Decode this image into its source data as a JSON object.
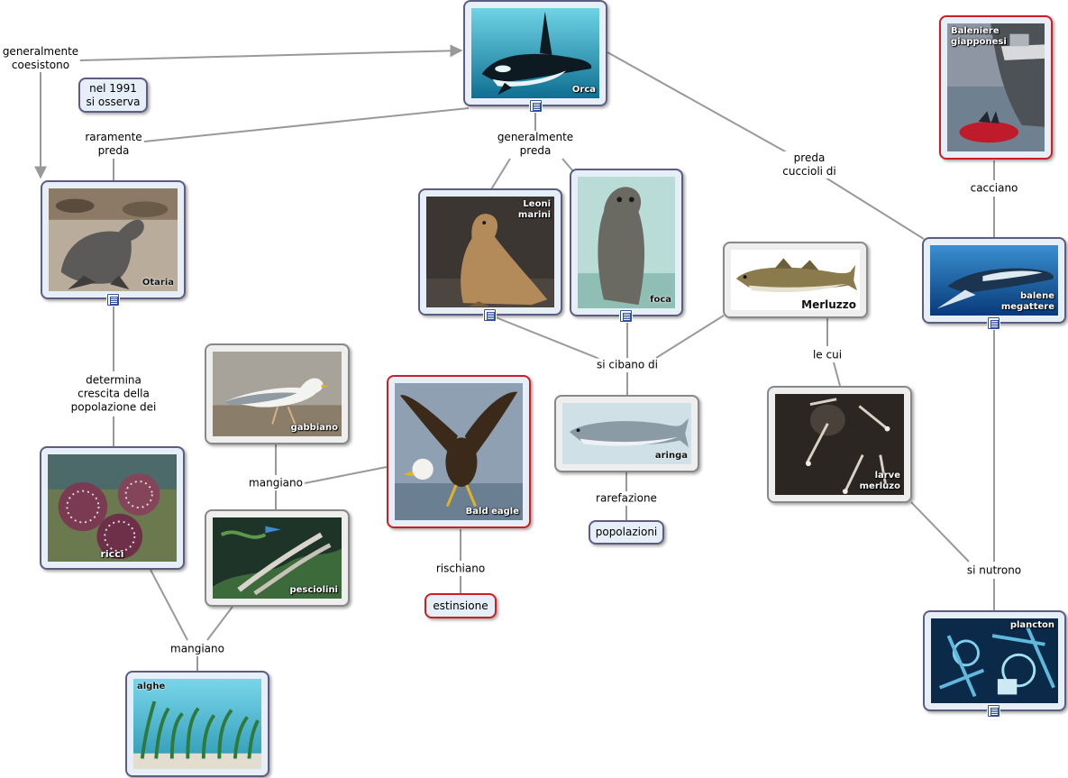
{
  "nodes": {
    "orca": {
      "label": "Orca"
    },
    "baleniere": {
      "label": "Baleniere\ngiapponesi"
    },
    "otaria": {
      "label": "Otaria"
    },
    "leoni": {
      "label": "Leoni\nmarini"
    },
    "foca": {
      "label": "foca"
    },
    "merluzzo": {
      "label": "Merluzzo"
    },
    "balene": {
      "label": "balene\nmegattere"
    },
    "gabbiano": {
      "label": "gabbiano"
    },
    "bald_eagle": {
      "label": "Bald eagle"
    },
    "aringa": {
      "label": "aringa"
    },
    "larve": {
      "label": "larve\nmerluzo"
    },
    "ricci": {
      "label": "ricci"
    },
    "pesciolini": {
      "label": "pesciolini"
    },
    "plancton": {
      "label": "plancton"
    },
    "alghe": {
      "label": "alghe"
    }
  },
  "concepts": {
    "nel1991": "nel 1991\nsi osserva",
    "popolazioni": "popolazioni",
    "estinsione": "estinsione"
  },
  "links": {
    "generalmente_coesistono": "generalmente\ncoesistono",
    "raramente_preda": "raramente\npreda",
    "generalmente_preda": "generalmente\npreda",
    "preda_cuccioli": "preda\ncuccioli di",
    "cacciano": "cacciano",
    "determina": "determina\ncrescita della\npopolazione dei",
    "mangiano_1": "mangiano",
    "mangiano_2": "mangiano",
    "si_cibano": "si cibano di",
    "le_cui": "le cui",
    "rarefazione": "rarefazione",
    "rischiano": "rischiano",
    "si_nutrono": "si nutrono"
  },
  "icons": [
    "resource-document-icon"
  ],
  "colors": {
    "node_border": "#5d5d82",
    "highlight_border": "#cc1f24",
    "edge": "#999999",
    "node_fill": "#e6eef8"
  }
}
